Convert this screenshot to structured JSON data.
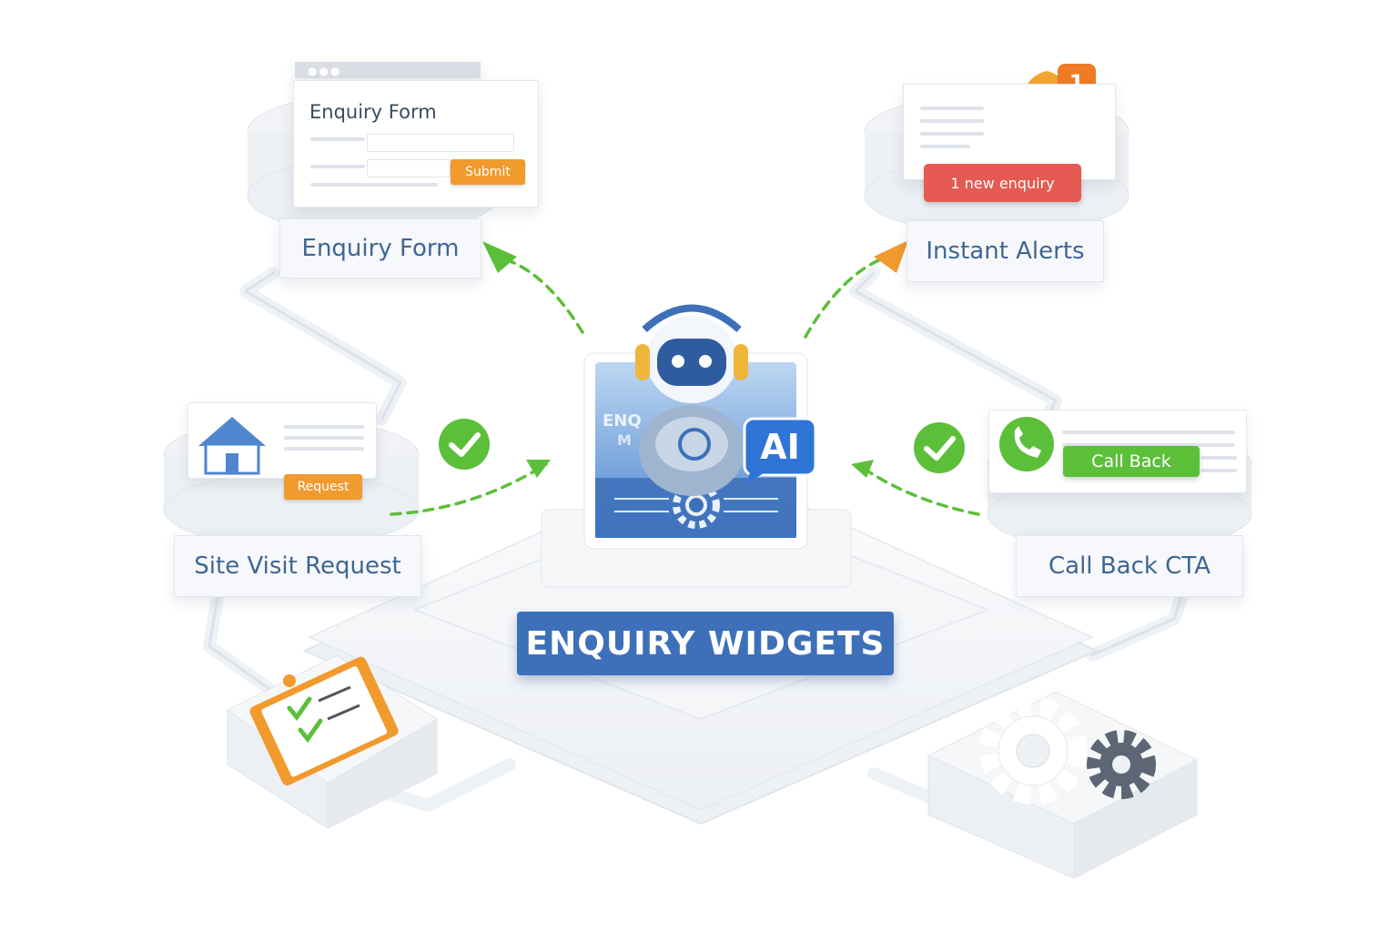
{
  "nodes": {
    "enquiry_form": {
      "card_title": "Enquiry Form",
      "button": "Submit",
      "label": "Enquiry Form"
    },
    "instant_alerts": {
      "badge_count": "1",
      "alert_button": "1 new enquiry",
      "label": "Instant Alerts"
    },
    "site_visit": {
      "button": "Request",
      "label": "Site Visit Request"
    },
    "call_back": {
      "button": "Call Back",
      "label": "Call Back CTA"
    }
  },
  "hub": {
    "screen_text_left": "ENQ",
    "screen_text_left_2": "M",
    "ai_badge": "AI",
    "title": "ENQUIRY WIDGETS"
  },
  "colors": {
    "brand_blue": "#3d70b9",
    "label_text": "#3e6694",
    "accent_orange": "#f19a2d",
    "success_green": "#5cbf3a",
    "alert_red": "#e55a52",
    "arrow_green": "#5cbf3a"
  },
  "icons": [
    "house-icon",
    "bell-icon",
    "phone-icon",
    "check-icon",
    "clipboard-icon",
    "gear-icon",
    "robot-icon"
  ]
}
